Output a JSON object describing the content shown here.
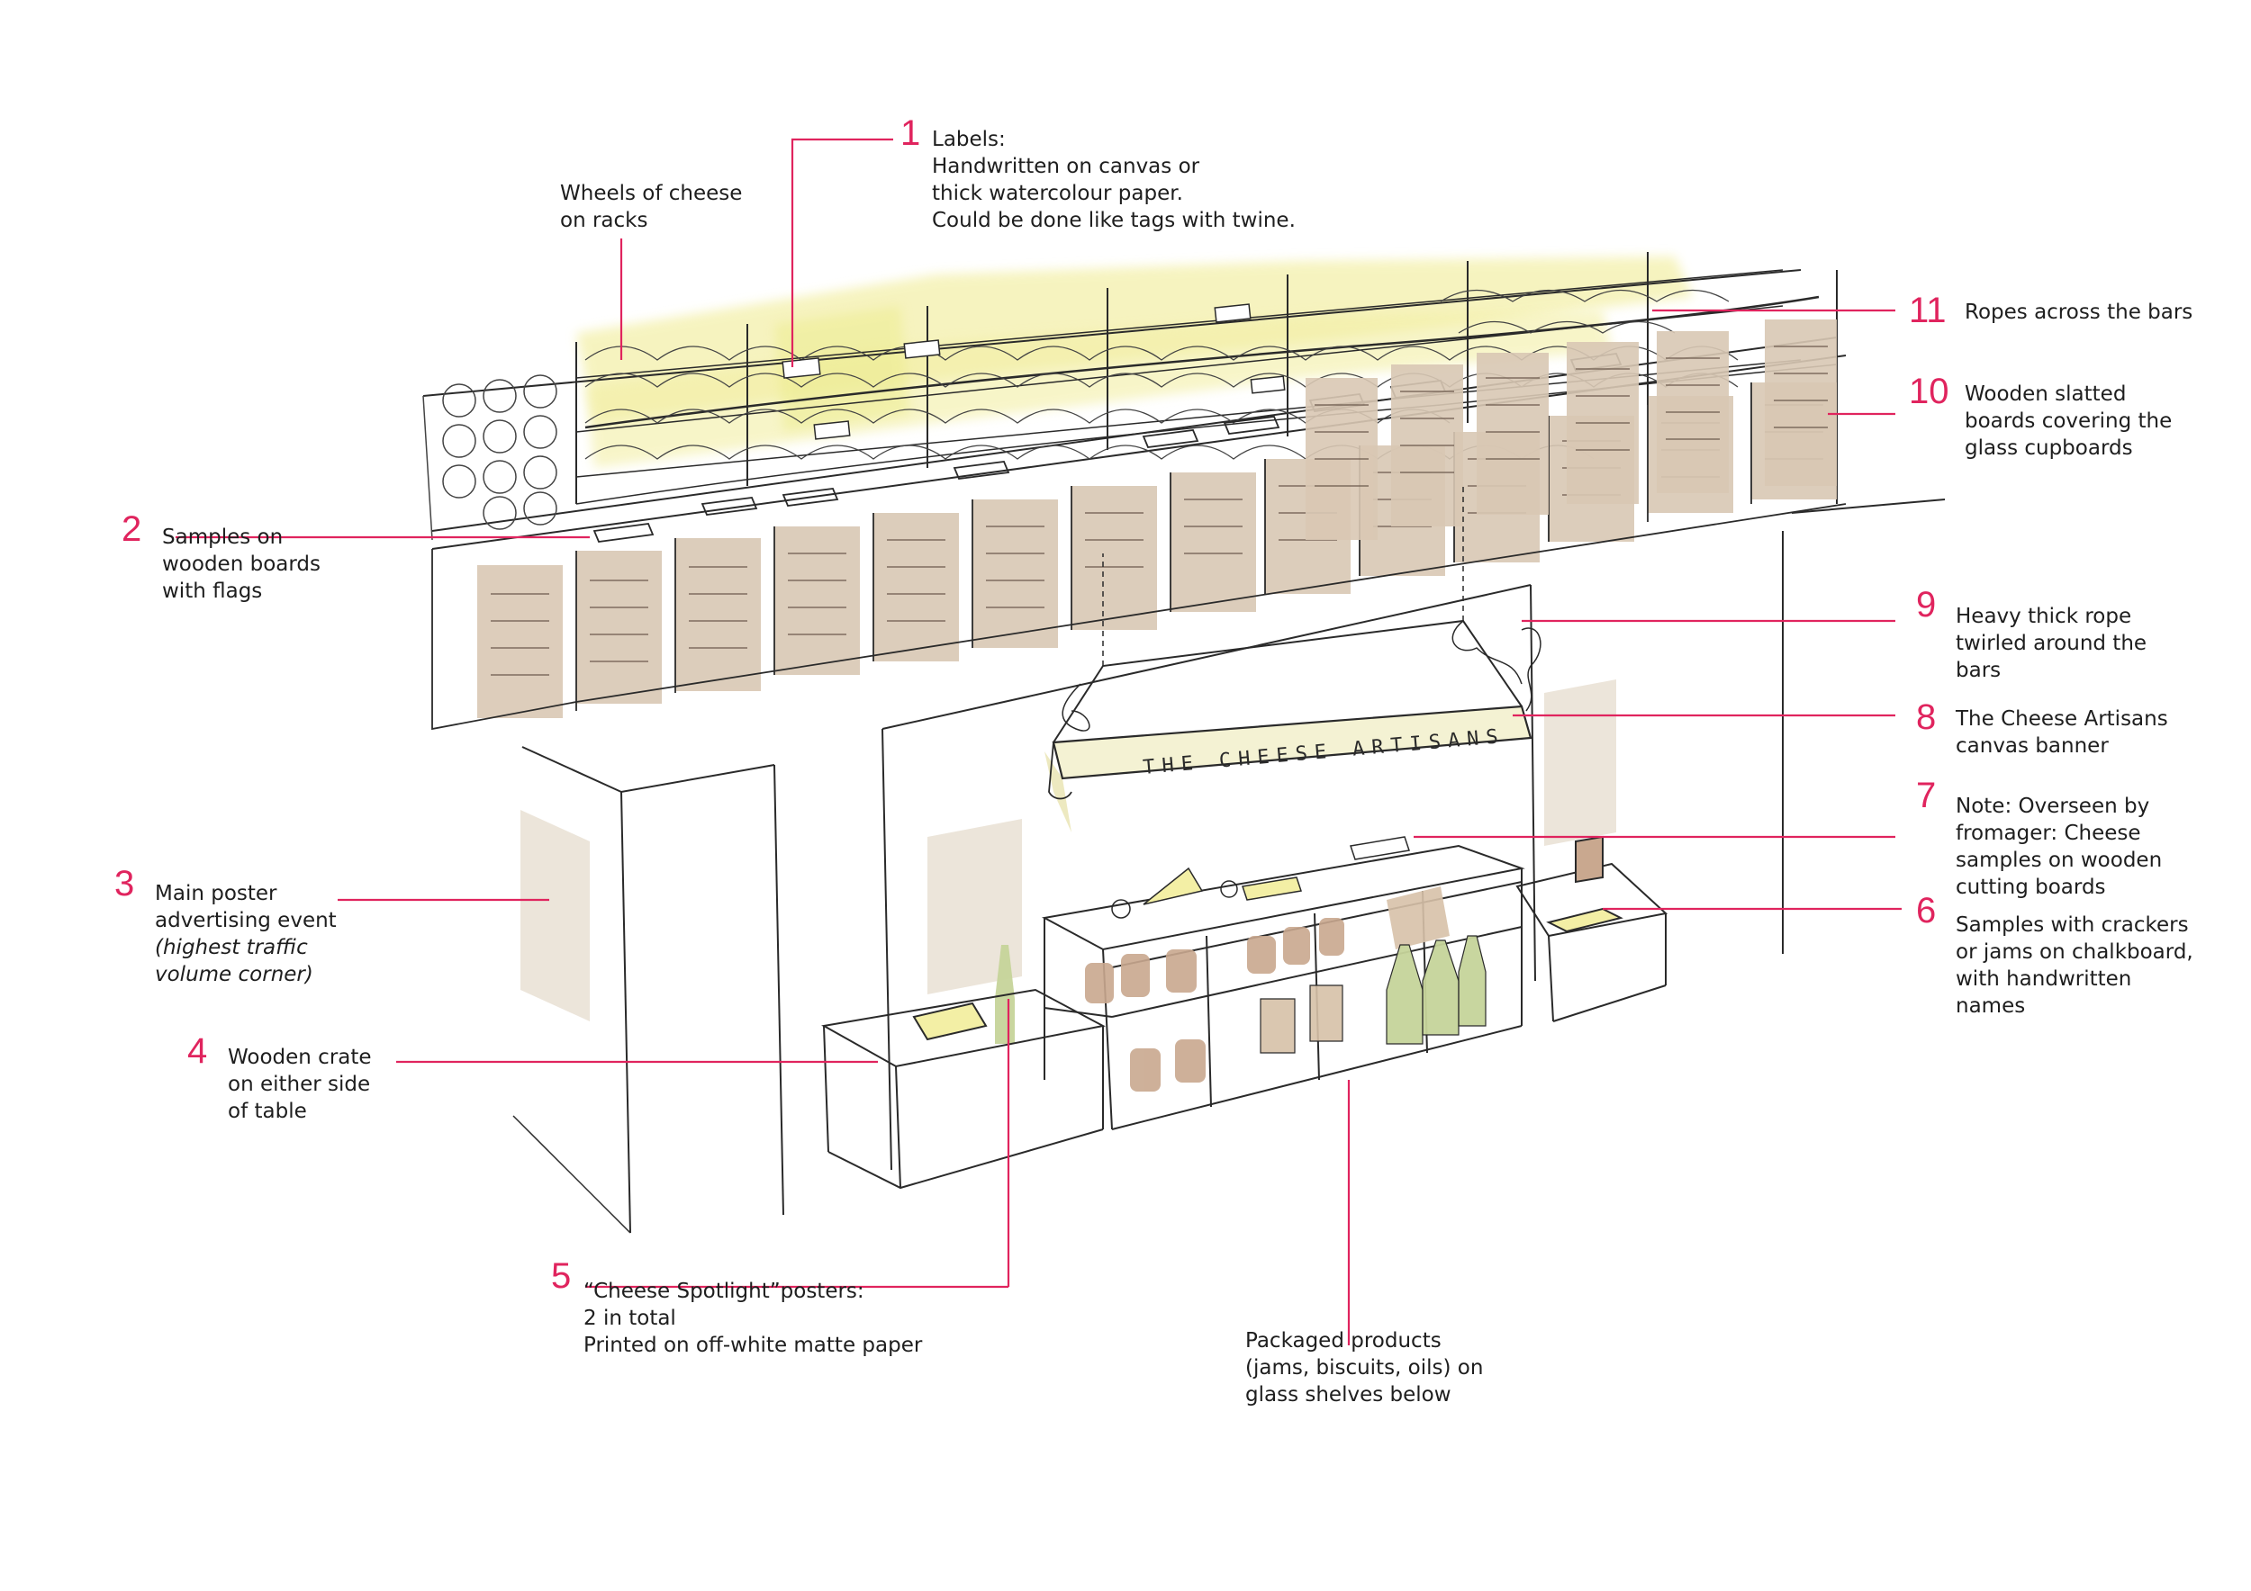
{
  "banner_text": "THE CHEESE ARTISANS",
  "callouts": {
    "wheels": {
      "lines": [
        "Wheels of cheese",
        "on racks"
      ]
    },
    "c1": {
      "number": "1",
      "lines": [
        "Labels:",
        "Handwritten on canvas or",
        "thick watercolour paper.",
        "Could be done like tags with twine."
      ]
    },
    "c2": {
      "number": "2",
      "lines": [
        "Samples on",
        "wooden boards",
        "with flags"
      ]
    },
    "c3": {
      "number": "3",
      "lines": [
        "Main poster",
        "advertising event",
        "(highest traffic",
        "volume corner)"
      ]
    },
    "c4": {
      "number": "4",
      "lines": [
        "Wooden crate",
        "on either side",
        "of table"
      ]
    },
    "c5": {
      "number": "5",
      "lines": [
        "“Cheese Spotlight”posters:",
        "2 in total",
        "Printed on off-white matte paper"
      ]
    },
    "packaged": {
      "lines": [
        "Packaged products",
        "(jams, biscuits, oils) on",
        "glass shelves below"
      ]
    },
    "c6": {
      "number": "6",
      "lines": [
        "Samples with crackers",
        "or jams on chalkboard,",
        "with handwritten",
        "names"
      ]
    },
    "c7": {
      "number": "7",
      "lines": [
        "Note: Overseen by",
        "fromager: Cheese",
        "samples on wooden",
        "cutting boards"
      ]
    },
    "c8": {
      "number": "8",
      "lines": [
        "The Cheese Artisans",
        "canvas banner"
      ]
    },
    "c9": {
      "number": "9",
      "lines": [
        "Heavy thick rope",
        "twirled around the",
        "bars"
      ]
    },
    "c10": {
      "number": "10",
      "lines": [
        "Wooden slatted",
        "boards covering the",
        "glass cupboards"
      ]
    },
    "c11": {
      "number": "11",
      "lines": [
        "Ropes across the bars"
      ]
    }
  },
  "colors": {
    "accent": "#e0245e",
    "wood": "#d9c8b4",
    "cheese": "#f3efa5",
    "poster": "#ece5da",
    "bottle": "#c6d49a",
    "jar": "#c9a88f",
    "ink": "#2a2a2a"
  }
}
